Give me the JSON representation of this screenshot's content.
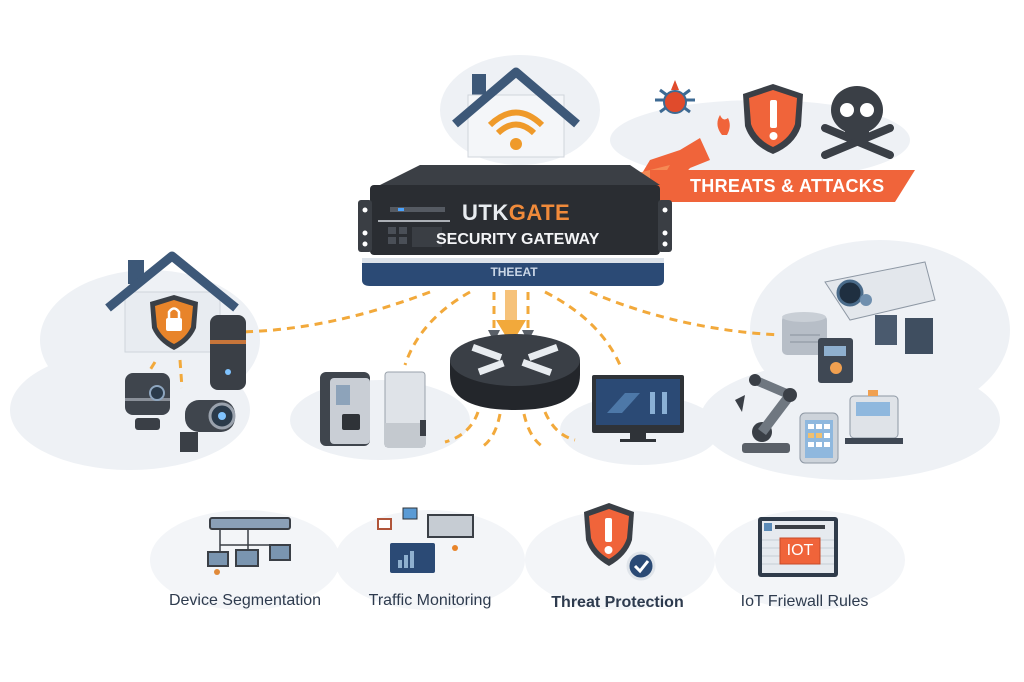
{
  "gateway": {
    "brand_part1": "UTK",
    "brand_part2": "GATE",
    "subtitle": "SECURITY GATEWAY",
    "base_label": "THEEAT"
  },
  "threats": {
    "banner_label": "THREATS & ATTACKS",
    "icons": [
      "bug-icon",
      "fire-icon",
      "warning-shield-icon",
      "skull-crossbones-icon"
    ]
  },
  "device_clusters": {
    "top": [
      "home-wifi-icon"
    ],
    "left": [
      "secure-home-icon",
      "smart-speaker-icon",
      "dome-camera-icon",
      "bullet-camera-icon"
    ],
    "center": [
      "smart-thermostat-icon",
      "refrigerator-icon",
      "router-hub-icon",
      "smart-tv-icon"
    ],
    "right": [
      "security-camera-icon",
      "nas-server-icon",
      "control-panel-icon",
      "robotic-arm-icon",
      "tablet-icon",
      "industrial-controller-icon"
    ]
  },
  "features": [
    {
      "label": "Device Segmentation",
      "icon": "network-segmentation-icon"
    },
    {
      "label": "Traffic Monitoring",
      "icon": "traffic-monitor-icon"
    },
    {
      "label": "Threat Protection",
      "icon": "shield-check-icon"
    },
    {
      "label": "IoT Friewall Rules",
      "icon": "iot-firewall-icon",
      "badge": "IOT"
    }
  ],
  "colors": {
    "accent_orange": "#f0643a",
    "wifi_orange": "#ef9a2a",
    "navy": "#2b4a75",
    "dark_device": "#2f3338",
    "dash_orange": "#f2a93b"
  }
}
